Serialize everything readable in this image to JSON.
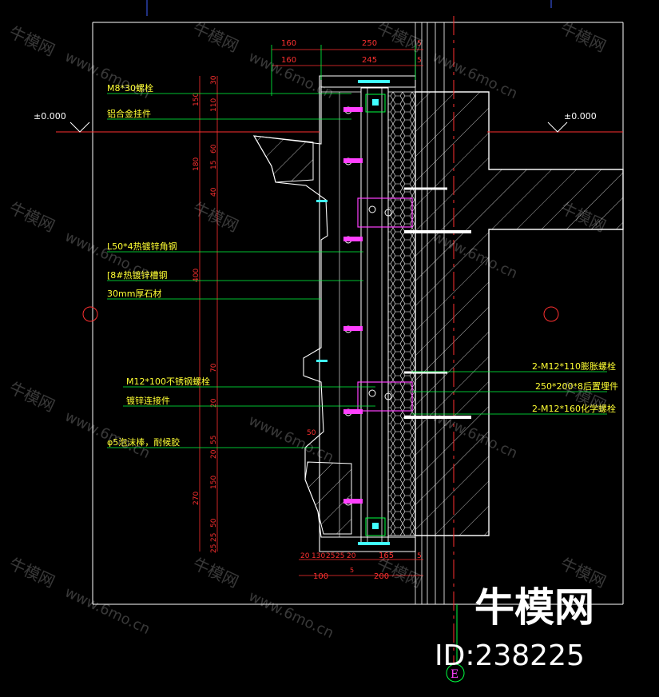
{
  "level_marks": {
    "left": "±0.000",
    "right": "±0.000"
  },
  "top_dims": {
    "row1": [
      "160",
      "250",
      "5"
    ],
    "row2": [
      "160",
      "245",
      "5"
    ]
  },
  "bottom_dims": {
    "row1": [
      "20",
      "130",
      "25",
      "25",
      "20",
      "165",
      "5"
    ],
    "row2": [
      "100",
      "5",
      "200"
    ]
  },
  "vertical_dims": {
    "outer": [
      "150",
      "180",
      "400",
      "270"
    ],
    "inner": [
      "30",
      "110",
      "60",
      "15",
      "40",
      "70",
      "20",
      "55",
      "20",
      "150",
      "50",
      "25",
      "25"
    ]
  },
  "mid_dim": "50",
  "left_labels": [
    "M8*30螺栓",
    "铝合金挂件",
    "L50*4热镀锌角钢",
    "[8#热镀锌槽钢",
    "30mm厚石材",
    "M12*100不锈钢螺栓",
    "镀锌连接件",
    "φ5泡沫棒，耐候胶"
  ],
  "right_labels": [
    "2-M12*110膨胀螺栓",
    "250*200*8后置埋件",
    "2-M12*160化学螺栓"
  ],
  "axis_label": "E",
  "logo_text": "牛模网",
  "id_text": "ID:238225",
  "watermarks": {
    "site": "www.6mo.cn",
    "brand": "牛模网"
  },
  "colors": {
    "background": "#000000",
    "text": "#ffff33",
    "dimension": "#ff3030",
    "green": "#00ff40",
    "magenta": "#ff40ff",
    "cyan": "#40ffff",
    "white": "#ffffff"
  }
}
